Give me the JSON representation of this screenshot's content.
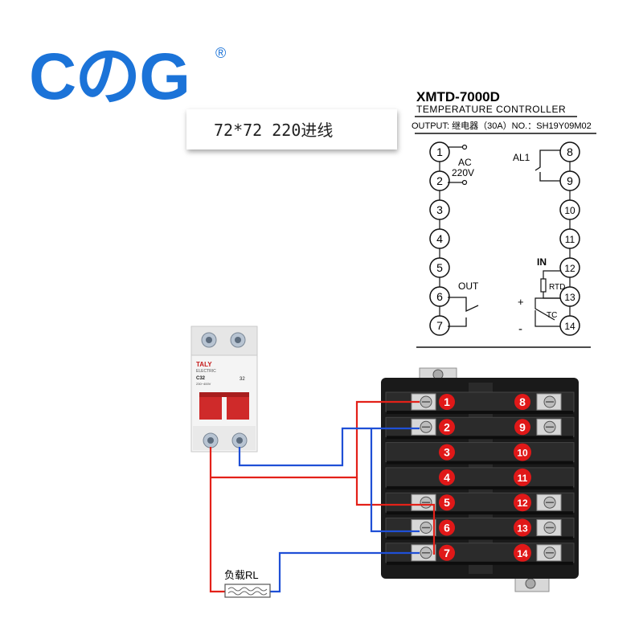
{
  "logo": {
    "text": "CのG",
    "registered": "®"
  },
  "banner": {
    "text": "72*72 220进线"
  },
  "schematic": {
    "model": "XMTD-7000D",
    "subtitle": "TEMPERATURE CONTROLLER",
    "output_line": "OUTPUT: 继电器（30A）NO.：SH19Y09M02",
    "ac_label": "AC",
    "voltage_label": "220V",
    "out_label": "OUT",
    "alarm_label": "AL1",
    "in_label": "IN",
    "rtd_label": "RTD",
    "tc_label": "TC",
    "plus_label": "+",
    "minus_label": "-",
    "left_terminals": [
      "1",
      "2",
      "3",
      "4",
      "5",
      "6",
      "7"
    ],
    "right_terminals": [
      "8",
      "9",
      "10",
      "11",
      "12",
      "13",
      "14"
    ]
  },
  "breaker": {
    "brand": "TALY",
    "brand_sub": "ELECTRIC",
    "model": "C32",
    "spec": "230~400V",
    "rating": "32"
  },
  "controller": {
    "left_terminals": [
      "1",
      "2",
      "3",
      "4",
      "5",
      "6",
      "7"
    ],
    "right_terminals": [
      "8",
      "9",
      "10",
      "11",
      "12",
      "13",
      "14"
    ]
  },
  "load": {
    "label": "负载RL"
  },
  "colors": {
    "live": "#e32119",
    "neutral": "#1f4fd6",
    "logo": "#1b73d8",
    "badge": "#e01818"
  }
}
